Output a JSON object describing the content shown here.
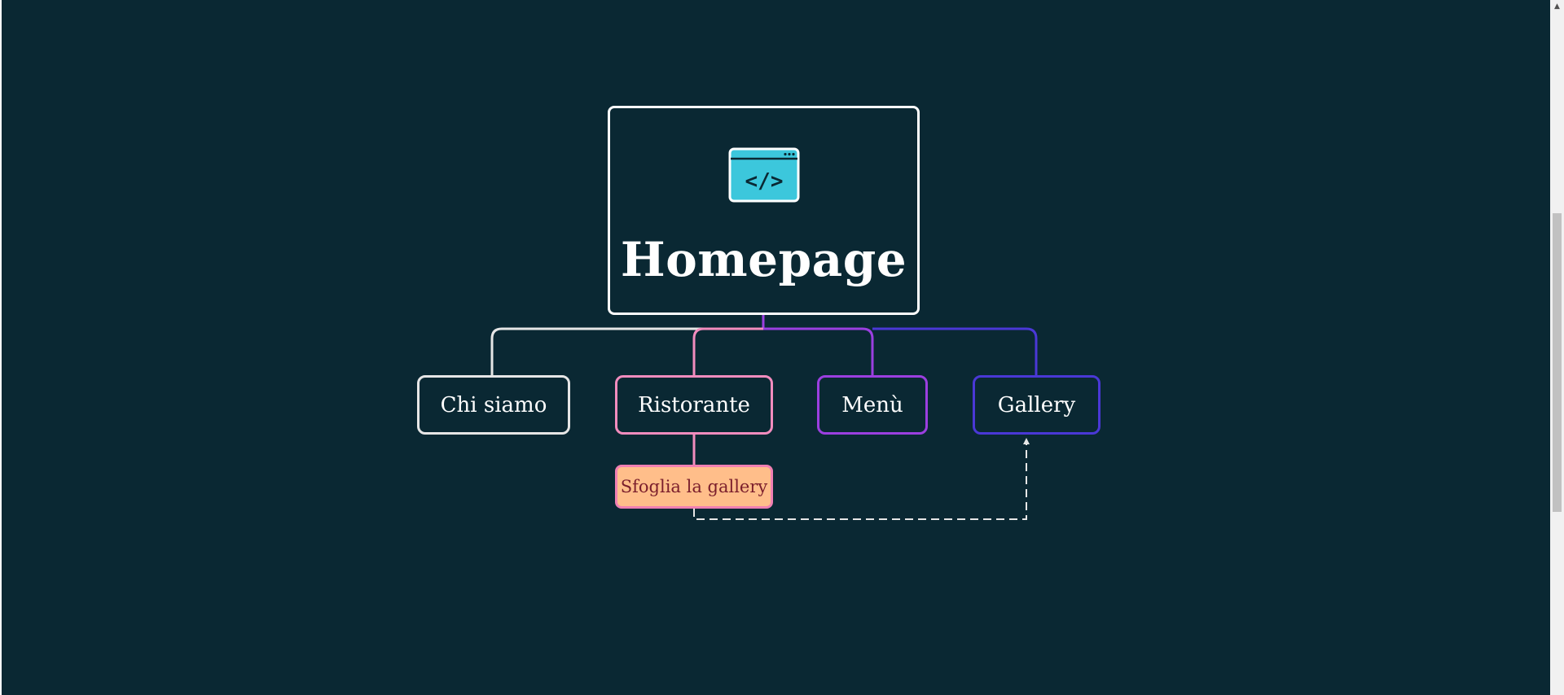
{
  "diagram": {
    "root": {
      "label": "Homepage",
      "icon": "code-window-icon",
      "icon_text": "</>"
    },
    "children": [
      {
        "label": "Chi siamo",
        "color": "#e6e6e6"
      },
      {
        "label": "Ristorante",
        "color": "#f28cbe"
      },
      {
        "label": "Menù",
        "color": "#9b3fe0"
      },
      {
        "label": "Gallery",
        "color": "#4a38d6"
      }
    ],
    "sub_item": {
      "label": "Sfoglia la gallery",
      "parent": "Ristorante",
      "links_to": "Gallery",
      "fill": "#ffbe8a",
      "border": "#f07fb2"
    }
  },
  "colors": {
    "background": "#0a2833",
    "icon_fill": "#3cc7dc"
  }
}
